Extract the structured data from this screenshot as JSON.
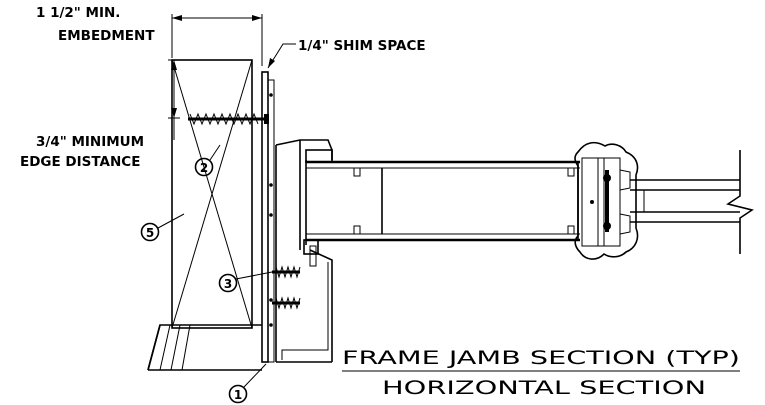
{
  "labels": {
    "embedment": [
      "1 1/2\" MIN.",
      "EMBEDMENT"
    ],
    "shim_space": "1/4\" SHIM SPACE",
    "edge_distance": [
      "3/4\" MINIMUM",
      "EDGE DISTANCE"
    ]
  },
  "callouts": {
    "c1": "1",
    "c2": "2",
    "c3": "3",
    "c5": "5"
  },
  "title": {
    "line1": "FRAME JAMB SECTION (TYP)",
    "line2": "HORIZONTAL SECTION"
  }
}
